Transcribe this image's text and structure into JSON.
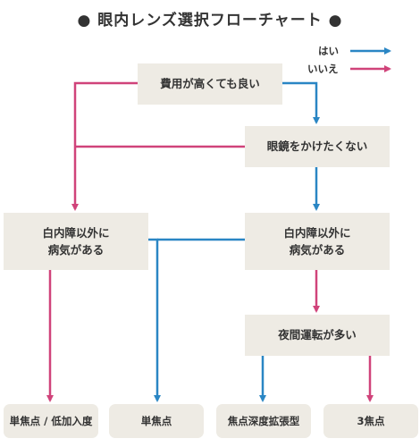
{
  "title": "● 眼内レンズ選択フローチャート ●",
  "legend": {
    "yes_label": "はい",
    "no_label": "いいえ",
    "yes_color": "#2a86c4",
    "no_color": "#d0437a"
  },
  "nodes": {
    "cost": "費用が高くても良い",
    "glasses": "眼鏡をかけたくない",
    "cataract_left_line1": "白内障以外に",
    "cataract_left_line2": "病気がある",
    "cataract_right_line1": "白内障以外に",
    "cataract_right_line2": "病気がある",
    "night_driving": "夜間運転が多い"
  },
  "results": {
    "monofocal_low_add": "単焦点 / 低加入度",
    "monofocal": "単焦点",
    "edof": "焦点深度拡張型",
    "trifocal": "3焦点"
  }
}
